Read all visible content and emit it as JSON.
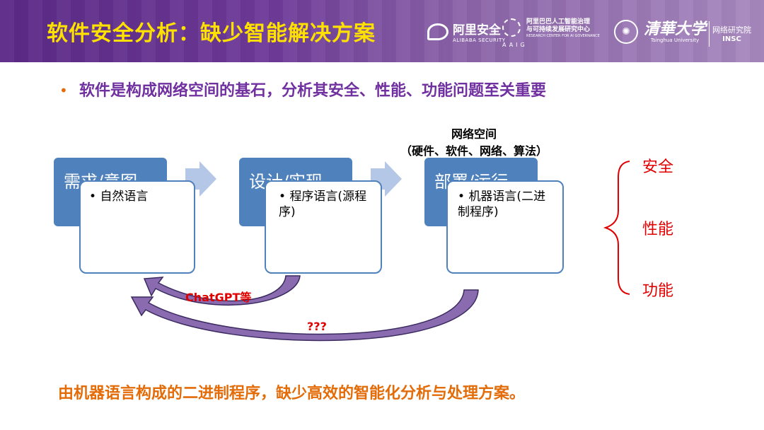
{
  "header": {
    "title": "软件安全分析：缺少智能解决方案",
    "logos": {
      "alibaba_cn": "阿里安全",
      "alibaba_en": "ALIBABA SECURITY",
      "aaig_abbr": "AAIG",
      "aaig_cn_line1": "阿里巴巴人工智能治理",
      "aaig_cn_line2": "与可持续发展研究中心",
      "aaig_en": "RESEARCH CENTER FOR AI GOVERNANCE",
      "tsinghua_cn": "清華大学",
      "tsinghua_en": "Tsinghua University",
      "insc_cn": "网络研究院",
      "insc_en": "INSC"
    }
  },
  "bullet": "软件是构成网络空间的基石，分析其安全、性能、功能问题至关重要",
  "network_space": {
    "line1": "网络空间",
    "line2": "（硬件、软件、网络、算法）"
  },
  "stages": [
    {
      "title": "需求/意图",
      "detail_bullet": "•",
      "detail": "自然语言"
    },
    {
      "title": "设计/实现",
      "detail_bullet": "•",
      "detail": "程序语言(源程序)"
    },
    {
      "title": "部署/运行",
      "detail_bullet": "•",
      "detail": "机器语言(二进制程序)"
    }
  ],
  "aspects": [
    "安全",
    "性能",
    "功能"
  ],
  "arrow_labels": {
    "chatgpt": "ChatGPT等",
    "unknown": "???"
  },
  "conclusion": "由机器语言构成的二进制程序，缺少高效的智能化分析与处理方案。",
  "colors": {
    "title_yellow": "#ffe100",
    "header_purple": "#5b2a86",
    "bullet_purple": "#7030a0",
    "box_blue": "#4f81bd",
    "accent_red": "#e00000",
    "accent_orange": "#e36c09",
    "arrow_fill": "#8a6bb0"
  }
}
